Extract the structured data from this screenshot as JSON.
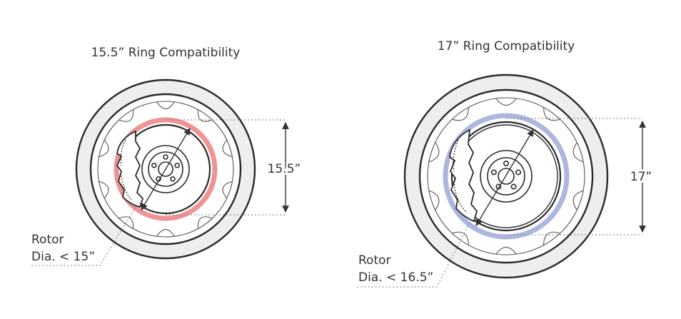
{
  "panels": [
    {
      "title": "15.5” Ring Compatibility",
      "dimension_label": "15.5”",
      "rotor_label_line1": "Rotor",
      "rotor_label_line2": "Dia. < 15”",
      "ring_color": "#ee8e8e"
    },
    {
      "title": "17” Ring Compatibility",
      "dimension_label": "17”",
      "rotor_label_line1": "Rotor",
      "rotor_label_line2": "Dia. < 16.5”",
      "ring_color": "#a9b2dc"
    }
  ]
}
